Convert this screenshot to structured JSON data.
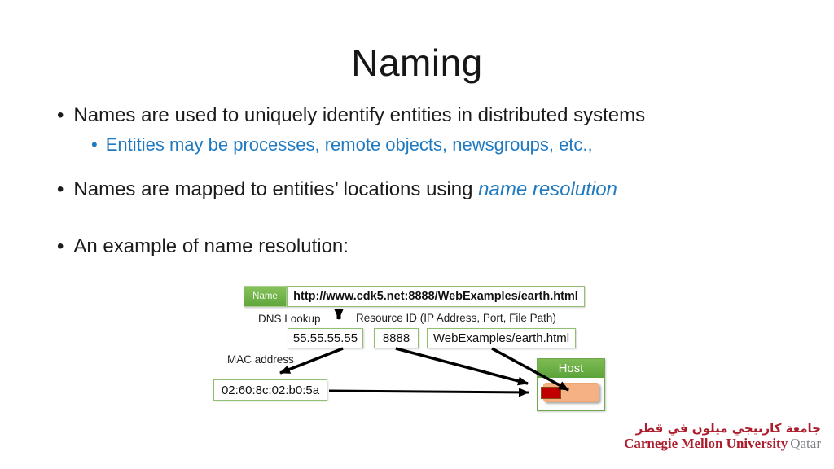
{
  "slide": {
    "title": "Naming",
    "bullet_char": "•",
    "bullet1": "Names are used to uniquely identify entities in distributed systems",
    "sub_bullet1": "Entities may be processes, remote objects, newsgroups, etc.,",
    "bullet2_text": "Names are mapped to entities’ locations using ",
    "bullet2_emphasis": "name resolution",
    "bullet3": "An example of name resolution:"
  },
  "diagram": {
    "name_label": "Name",
    "url": "http://www.cdk5.net:8888/WebExamples/earth.html",
    "dns_lookup_label": "DNS Lookup",
    "resource_id_label": "Resource ID (IP Address, Port, File Path)",
    "ip_address": "55.55.55.55",
    "port": "8888",
    "file_path": "WebExamples/earth.html",
    "mac_address_label": "MAC address",
    "mac_address": "02:60:8c:02:b0:5a",
    "host_label": "Host"
  },
  "footer": {
    "university_arabic": "جامعة كارنيجي ميلون في قطر",
    "university_name": "Carnegie Mellon University",
    "campus": "Qatar"
  },
  "colors": {
    "accent_blue": "#1F7AC0",
    "box_green": "#6FAE45",
    "box_border_green": "#90BF72",
    "host_process_orange": "#F5B183",
    "host_process_red": "#C00000",
    "arrow_black": "#000000",
    "logo_red": "#AC1E2D",
    "logo_gray": "#808285"
  }
}
